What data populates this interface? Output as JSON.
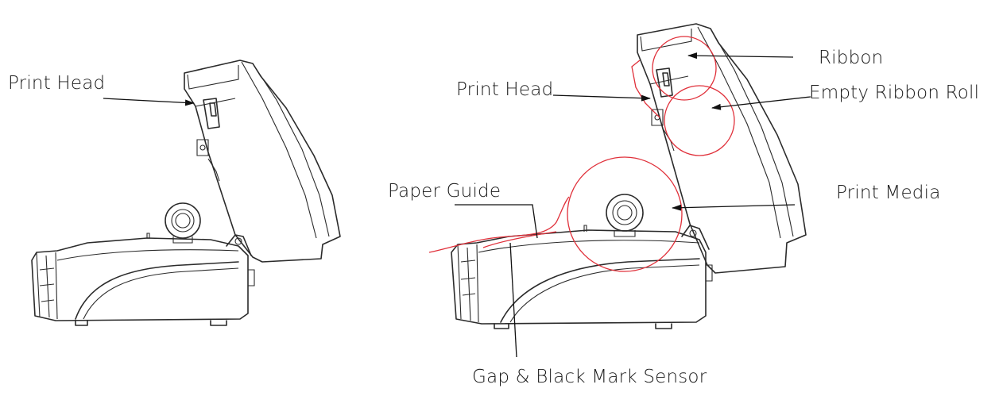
{
  "labels": {
    "left_print_head": "Print Head",
    "right_print_head": "Print Head",
    "ribbon": "Ribbon",
    "empty_ribbon_roll": "Empty Ribbon Roll",
    "paper_guide": "Paper Guide",
    "print_media": "Print Media",
    "gap_sensor": "Gap & Black Mark Sensor"
  },
  "colors": {
    "line": "#2b2b2b",
    "highlight": "#e0303a",
    "background": "#ffffff"
  }
}
